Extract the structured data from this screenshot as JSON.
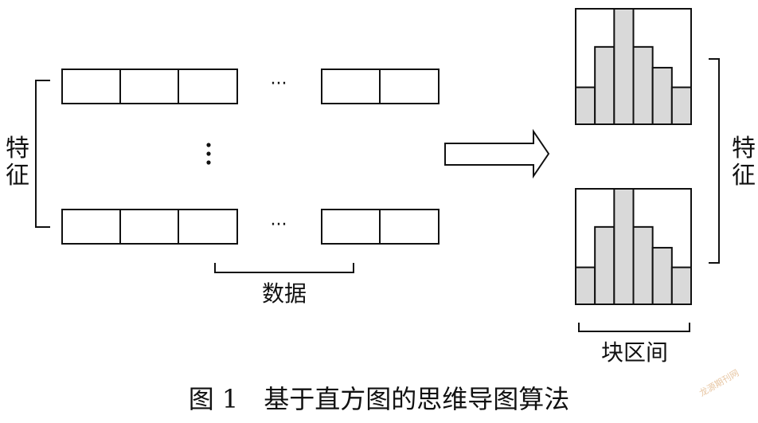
{
  "labels": {
    "feature_left": "特征",
    "feature_right": "特征",
    "data": "数据",
    "block_interval": "块区间",
    "ellipsis_h": "···",
    "caption": "图 1　基于直方图的思维导图算法",
    "watermark": "龙源期刊网"
  },
  "histogram_levels": [
    0.32,
    0.67,
    1.0,
    0.67,
    0.49,
    0.32
  ],
  "colors": {
    "line": "#111111",
    "bar_fill": "#d9d9d9",
    "background": "#ffffff"
  }
}
